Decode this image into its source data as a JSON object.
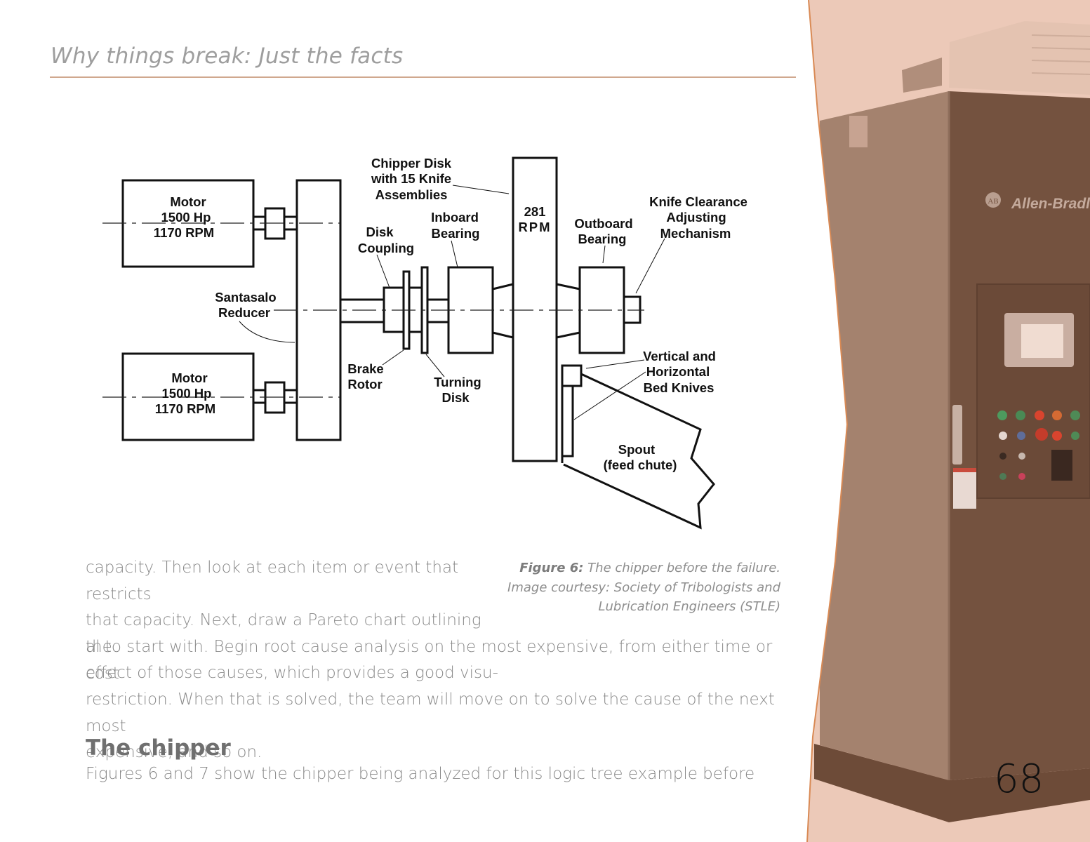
{
  "header": {
    "running_title": "Why things break: Just the facts"
  },
  "figure": {
    "labels": {
      "motor_top": [
        "Motor",
        "1500 Hp",
        "1170 RPM"
      ],
      "motor_bottom": [
        "Motor",
        "1500 Hp",
        "1170 RPM"
      ],
      "reducer": [
        "Santasalo",
        "Reducer"
      ],
      "chipper_disk": [
        "Chipper Disk",
        "with 15 Knife",
        "Assemblies"
      ],
      "disk_coupling": [
        "Disk",
        "Coupling"
      ],
      "inboard_bearing": [
        "Inboard",
        "Bearing"
      ],
      "disk_rpm": [
        "281",
        "RPM"
      ],
      "outboard_bearing": [
        "Outboard",
        "Bearing"
      ],
      "knife_clearance": [
        "Knife Clearance",
        "Adjusting",
        "Mechanism"
      ],
      "brake_rotor": [
        "Brake",
        "Rotor"
      ],
      "turning_disk": [
        "Turning",
        "Disk"
      ],
      "bed_knives": [
        "Vertical and",
        "Horizontal",
        "Bed Knives"
      ],
      "spout": [
        "Spout",
        "(feed chute)"
      ]
    },
    "caption_label": "Figure 6:",
    "caption_text": " The chipper before the failure.",
    "caption_credit_1": "Image courtesy: Society of Tribologists and",
    "caption_credit_2": "Lubrication Engineers (STLE)"
  },
  "body": {
    "left_lines": [
      "capacity. Then look at each item or event that restricts",
      "that capacity. Next, draw a Pareto chart outlining the",
      "effect of those causes, which provides a good visu-"
    ],
    "full_lines": [
      "al to start with. Begin root cause analysis on the most expensive, from either time or cost",
      "restriction. When that is solved, the team will move on to solve the cause of the next most",
      "expensive, and so on."
    ],
    "section_heading": "The chipper",
    "section_line": "Figures 6 and 7 show the chipper being analyzed for this logic tree example before"
  },
  "side_photo": {
    "brand_text": "Allen-Bradley",
    "logo_text": "AB",
    "tint_color": "#ecc9b8",
    "cabinet_color": "#74523f"
  },
  "footer": {
    "page_number": "68"
  }
}
